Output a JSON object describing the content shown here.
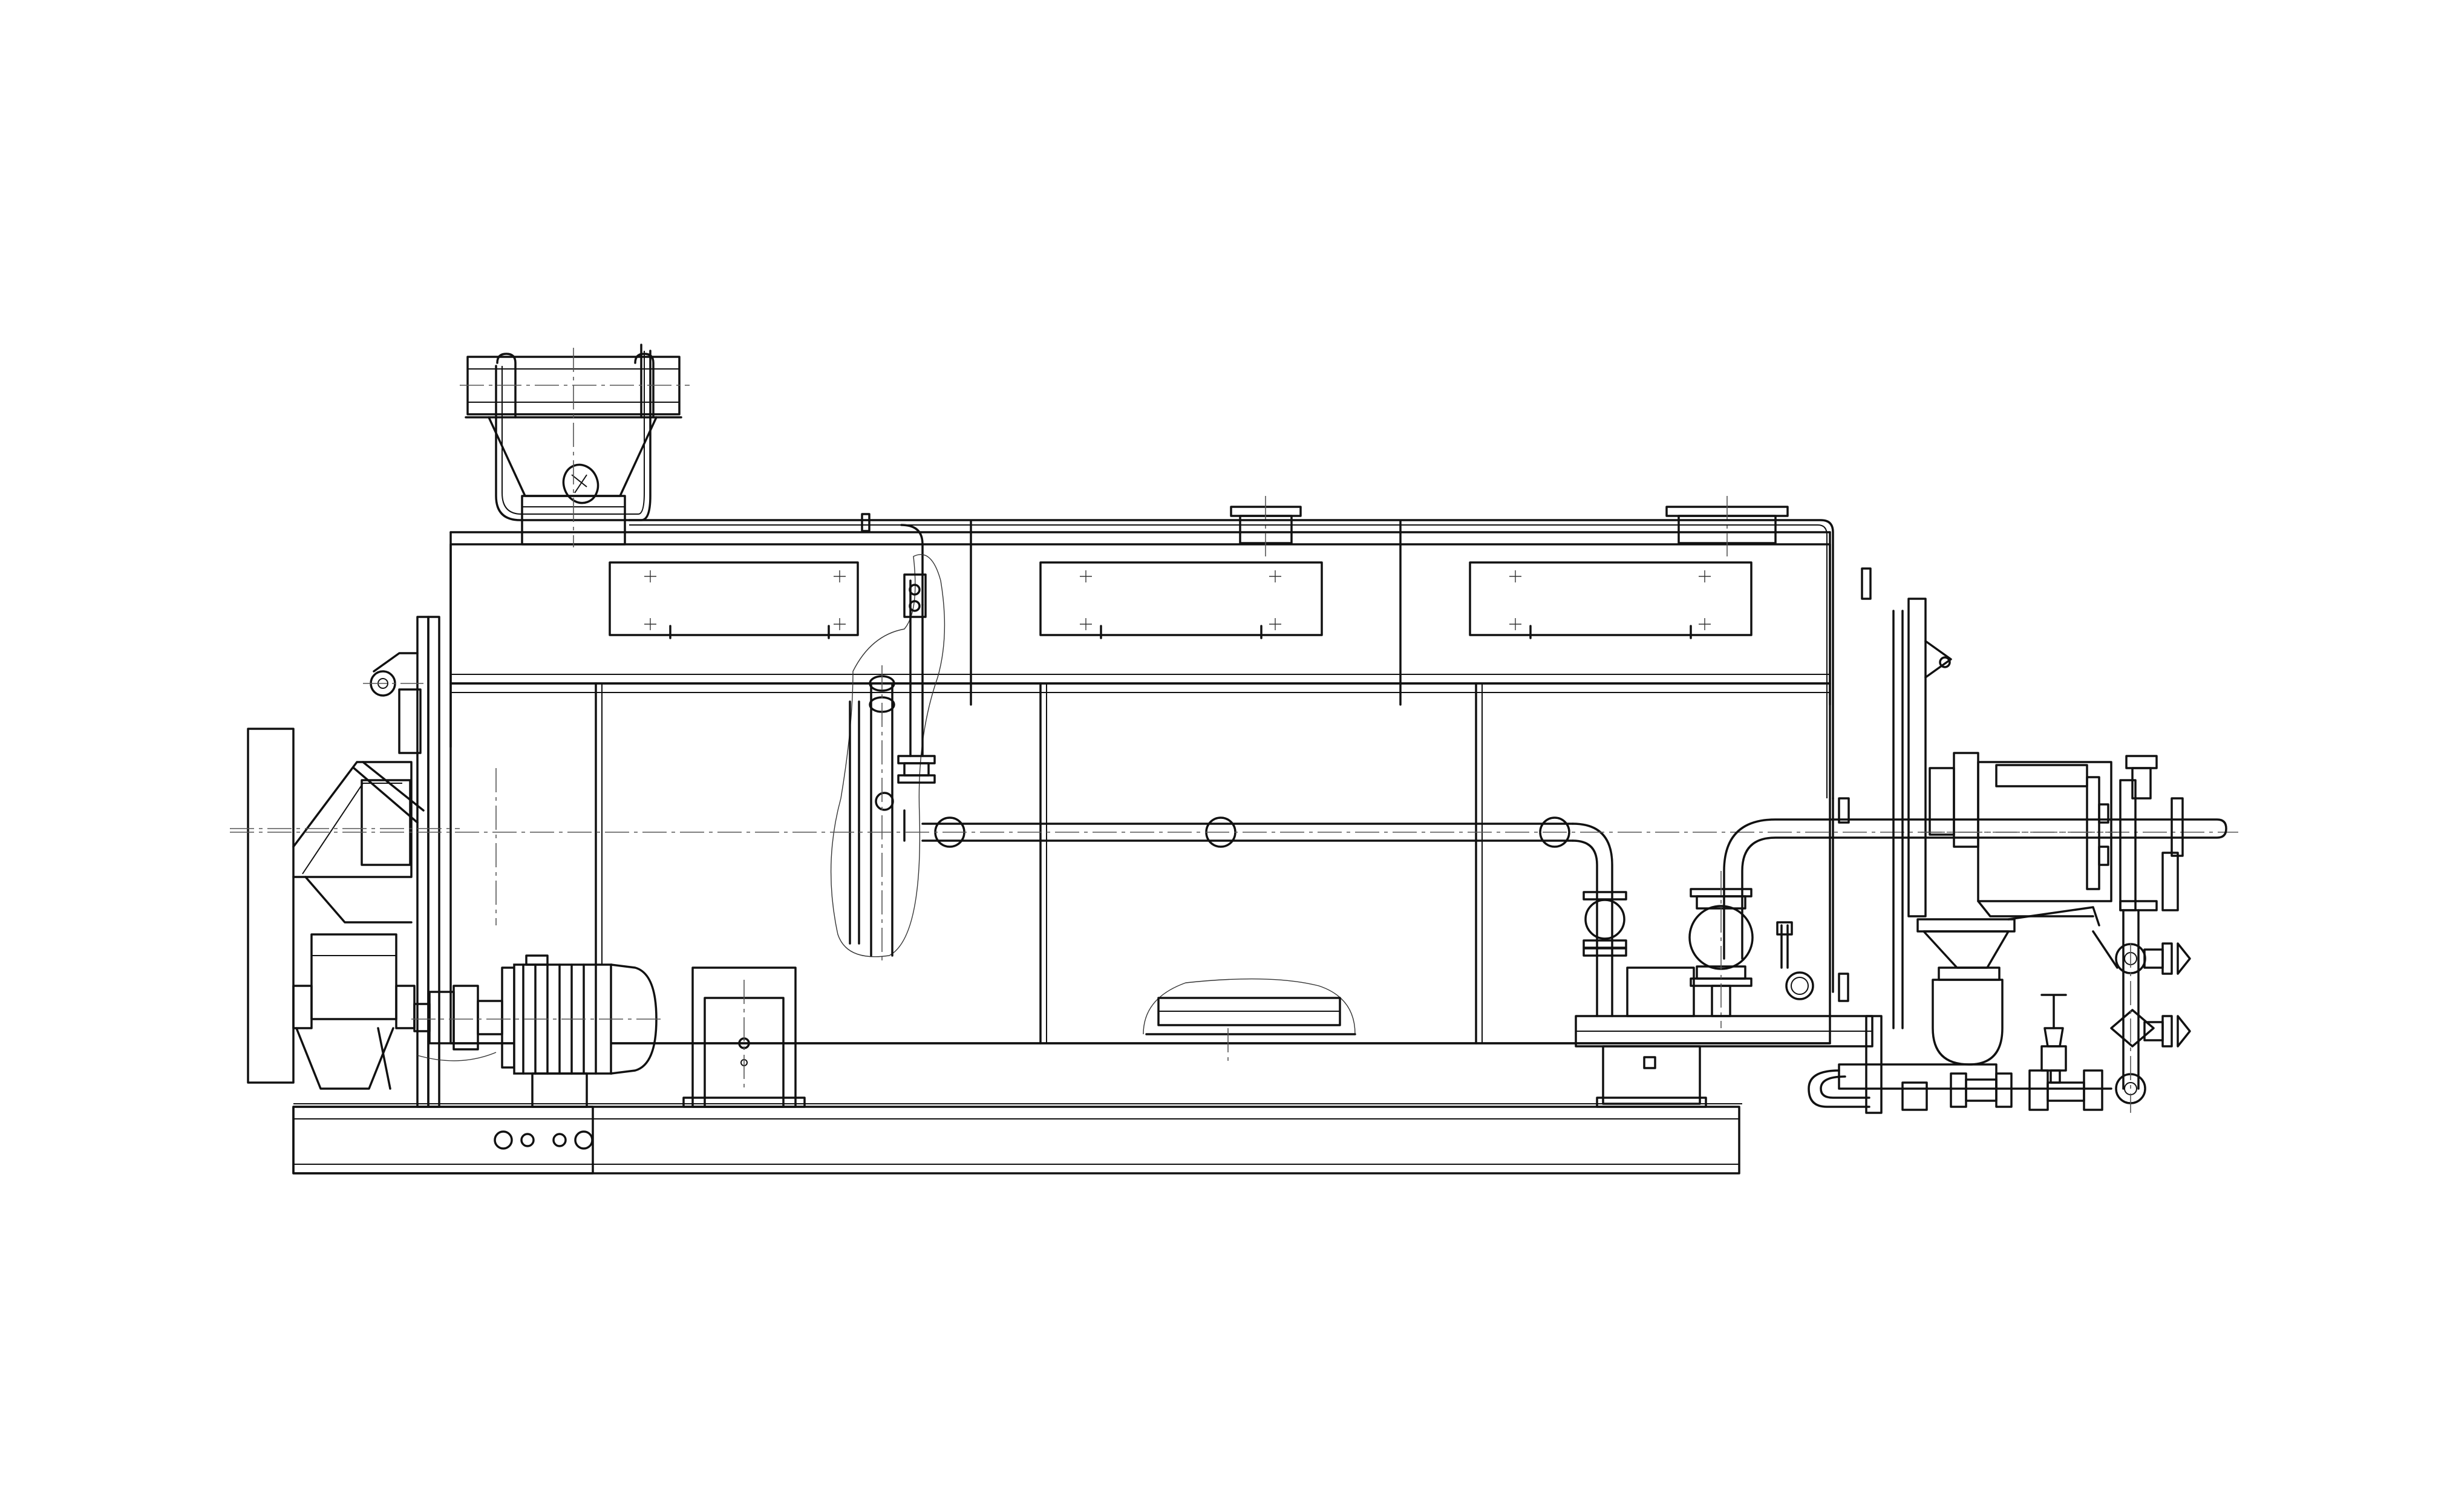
{
  "diagram": {
    "subject": "",
    "line_color": "#111111",
    "background_color": "#ffffff",
    "windows_on_body": 3,
    "top_flanges": 2,
    "pipe_elbows_on_main_line": 3
  }
}
